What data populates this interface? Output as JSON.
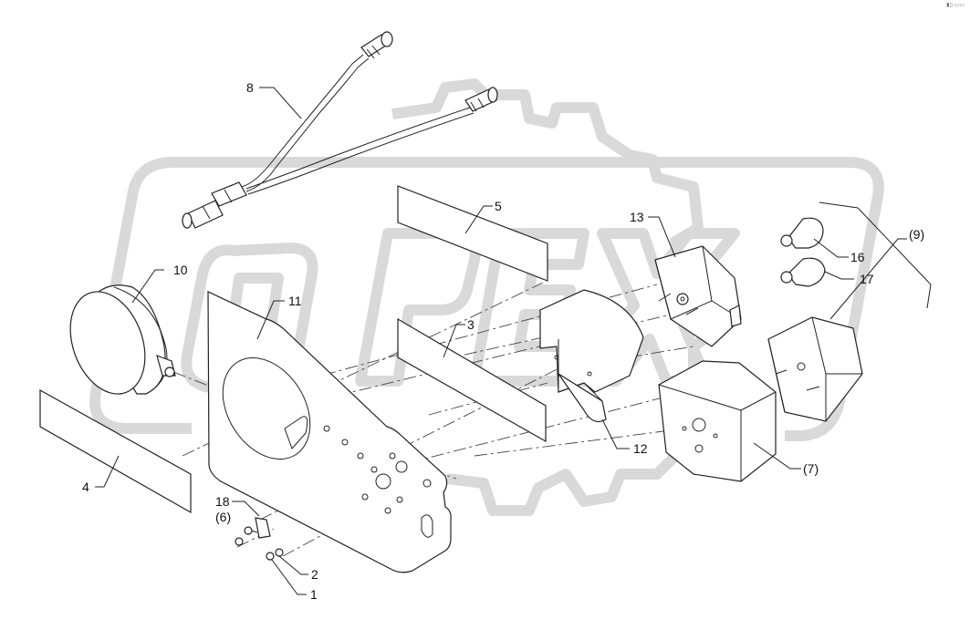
{
  "callouts": {
    "c1": "1",
    "c2": "2",
    "c3": "3",
    "c4": "4",
    "c5": "5",
    "c7": "(7)",
    "c8": "8",
    "c9": "(9)",
    "c10": "10",
    "c11": "11",
    "c12": "12",
    "c13": "13",
    "c16": "16",
    "c17": "17",
    "c18": "18",
    "c6": "(6)"
  },
  "watermark": "OPEX",
  "corner_mark": "▮▯ ▭▭",
  "colors": {
    "line": "#222222",
    "watermark": "#d9d9d9",
    "background": "#ffffff"
  }
}
